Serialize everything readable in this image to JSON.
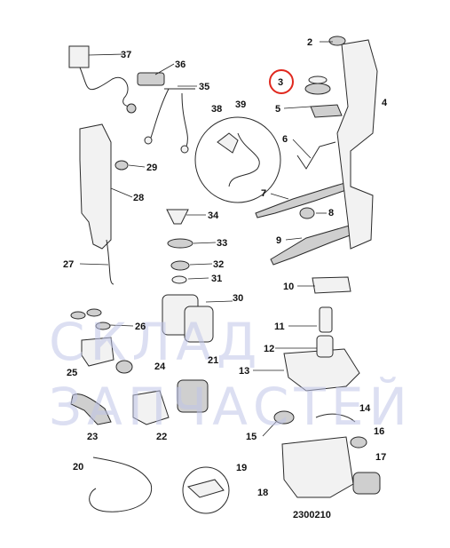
{
  "diagram": {
    "highlight_color": "#e0281e",
    "watermark_color": "#bfc4e8",
    "highlighted_callout": "3",
    "callouts": [
      "2",
      "3",
      "4",
      "5",
      "6",
      "7",
      "8",
      "9",
      "10",
      "11",
      "12",
      "13",
      "14",
      "15",
      "16",
      "17",
      "18",
      "19",
      "20",
      "21",
      "22",
      "23",
      "24",
      "25",
      "26",
      "27",
      "28",
      "29",
      "30",
      "31",
      "32",
      "33",
      "34",
      "35",
      "36",
      "37",
      "38",
      "39"
    ],
    "watermark_lines": [
      "СКЛАД",
      "ЗАПЧАСТЕЙ"
    ],
    "diagram_code": "2300210"
  }
}
